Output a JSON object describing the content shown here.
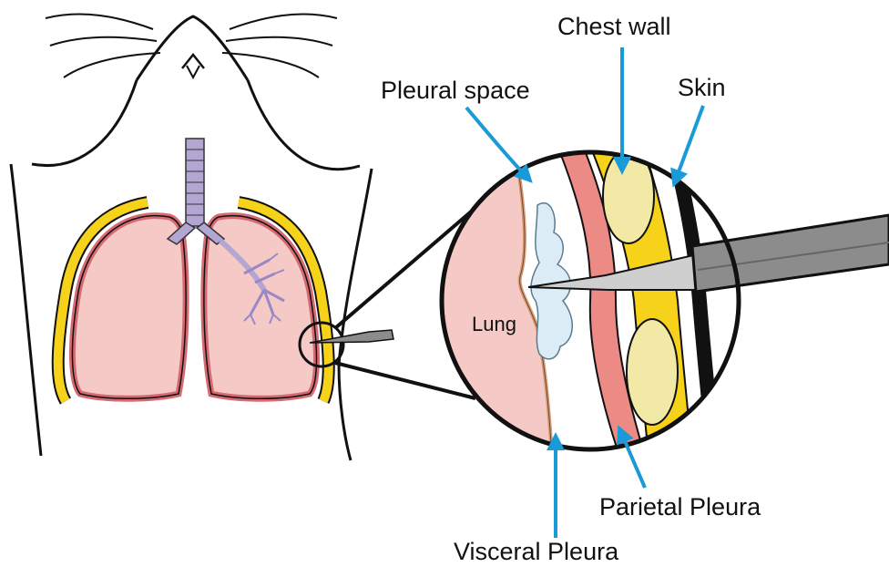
{
  "labels": {
    "chest_wall": "Chest wall",
    "pleural_space": "Pleural space",
    "skin": "Skin",
    "lung": "Lung",
    "parietal_pleura": "Parietal Pleura",
    "visceral_pleura": "Visceral Pleura"
  },
  "colors": {
    "arrow": "#1a9ad6",
    "lung_fill": "#f5cac6",
    "pleura_pink": "#e98080",
    "fat_yellow": "#f3e9a6",
    "bright_yellow": "#f6d21a",
    "trachea_purple": "#b4a6d2",
    "fluid_blue": "#dcecf6",
    "visceral_tan": "#d89a74",
    "needle_gray": "#8c8c8c"
  }
}
